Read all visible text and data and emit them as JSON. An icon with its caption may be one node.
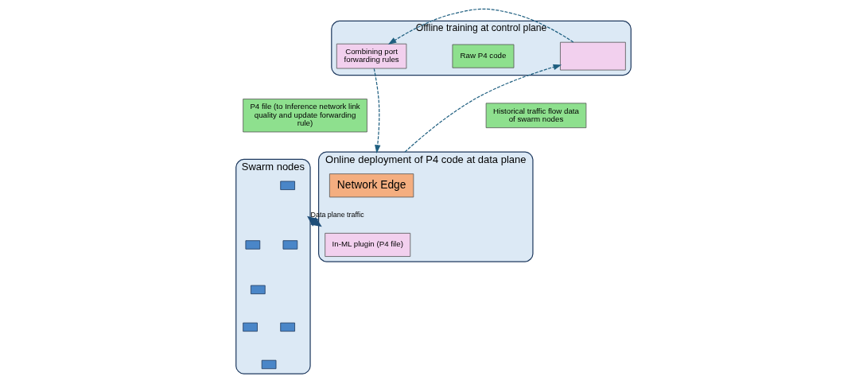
{
  "diagram": {
    "nodes": [
      {
        "text": [
          "Swarm nodes"
        ]
      },
      {
        "text": [],
        "shape": "box",
        "in": 0
      },
      {
        "text": [],
        "shape": "box",
        "in": 0
      },
      {
        "text": [],
        "shape": "box",
        "in": 0
      },
      {
        "text": [],
        "shape": "box",
        "in": 0
      },
      {
        "text": [],
        "shape": "box",
        "in": 0
      },
      {
        "text": [],
        "shape": "box",
        "in": 0
      },
      {
        "text": [],
        "shape": "box",
        "in": 0
      },
      {
        "text": [
          "Offline training at control plane"
        ]
      },
      {
        "text": [
          "Combining port forwarding rules"
        ],
        "in": 8
      },
      {
        "text": [
          "Raw P4 code"
        ],
        "in": 8
      },
      {
        "text": [],
        "shape": "box",
        "in": 8
      },
      {
        "text": [
          "P4 file (to Inference network link quality and update forwarding rule)"
        ]
      },
      {
        "text": [
          "Historical traffic flow data of swarm nodes"
        ]
      },
      {
        "text": [
          "Online deployment of P4 code at data plane"
        ]
      },
      {
        "text": [
          "Network Edge"
        ],
        "in": 14
      },
      {
        "text": [
          "In-ML plugin (P4 file)"
        ],
        "in": 14
      }
    ],
    "edges": [
      {
        "from": 11,
        "to": 9,
        "arrow": "to",
        "style": "dashed"
      },
      {
        "from": 9,
        "to": 14,
        "arrow": "to",
        "style": "dashed"
      },
      {
        "from": 14,
        "to": 11,
        "arrow": "to",
        "style": "dashed"
      },
      {
        "from": 0,
        "to": 14,
        "arrow": "both",
        "label": "Data plane traffic",
        "style": "thick",
        "color": "#1f4e79"
      }
    ]
  }
}
